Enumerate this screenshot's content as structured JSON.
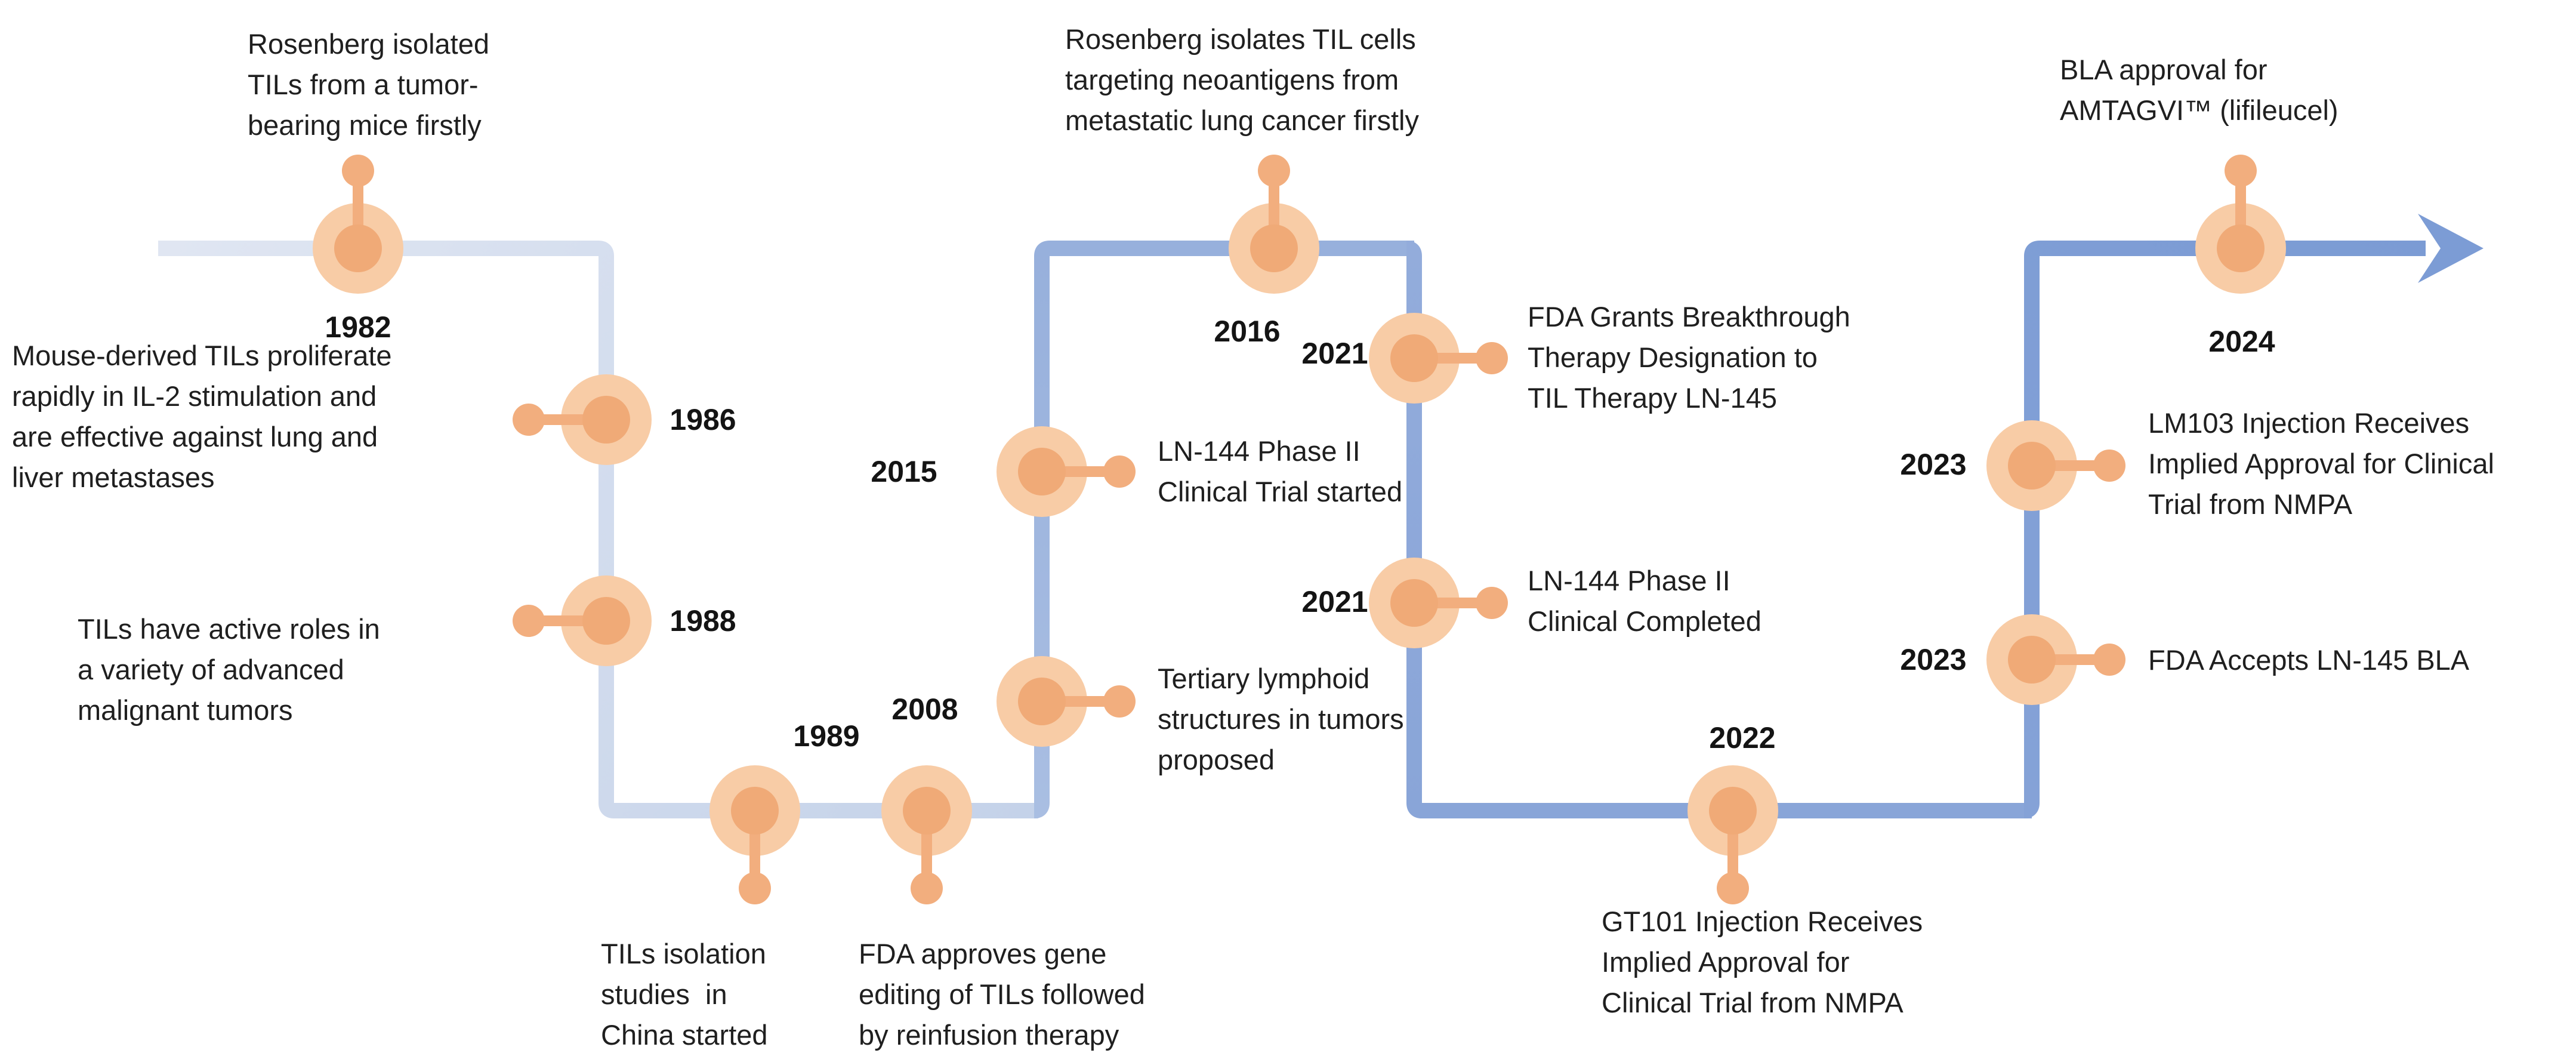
{
  "palette": {
    "marker_outer": "#F8CCA6",
    "marker_inner": "#F0AA77",
    "marker_stem": "#F2AE7E",
    "text_color": "#1F1F1F",
    "seg1_start": "#E0E6F2",
    "seg1_end": "#C4D2E9",
    "seg2_start": "#A9BEE2",
    "seg2_end": "#97B0DC",
    "seg3_start": "#93ACDB",
    "seg3_end": "#89A5D8",
    "seg4_start": "#85A2D7",
    "seg4_end": "#7B9BD4",
    "arrow_color": "#7C9CD5"
  },
  "events": [
    {
      "year": "1982",
      "label": "Rosenberg isolated\nTILs from a tumor-\nbearing mice firstly"
    },
    {
      "year": "1986",
      "label": "Mouse-derived TILs proliferate\nrapidly in IL-2 stimulation and\nare effective against lung and\nliver metastases"
    },
    {
      "year": "1988",
      "label": "TILs have active roles in\na variety of advanced\nmalignant tumors"
    },
    {
      "year": "1989",
      "label": "TILs isolation\nstudies  in\nChina started"
    },
    {
      "year": "",
      "label": "FDA approves gene\nediting of TILs followed\nby reinfusion therapy"
    },
    {
      "year": "2008",
      "label": "Tertiary lymphoid\nstructures in tumors\nproposed"
    },
    {
      "year": "2015",
      "label": "LN-144 Phase II\nClinical Trial started"
    },
    {
      "year": "2016",
      "label": "Rosenberg isolates TIL cells\ntargeting neoantigens from\nmetastatic lung cancer firstly"
    },
    {
      "year": "2021",
      "label": "FDA Grants Breakthrough\nTherapy Designation to\nTIL Therapy LN-145"
    },
    {
      "year": "2021",
      "label": "LN-144 Phase II\nClinical Completed"
    },
    {
      "year": "2022",
      "label": "GT101 Injection Receives\nImplied Approval for\nClinical Trial from NMPA"
    },
    {
      "year": "2023",
      "label": "LM103 Injection Receives\nImplied Approval for Clinical\nTrial from NMPA"
    },
    {
      "year": "2023",
      "label": "FDA Accepts LN-145 BLA"
    },
    {
      "year": "2024",
      "label": "BLA approval for\nAMTAGVI™ (lifileucel)"
    }
  ]
}
